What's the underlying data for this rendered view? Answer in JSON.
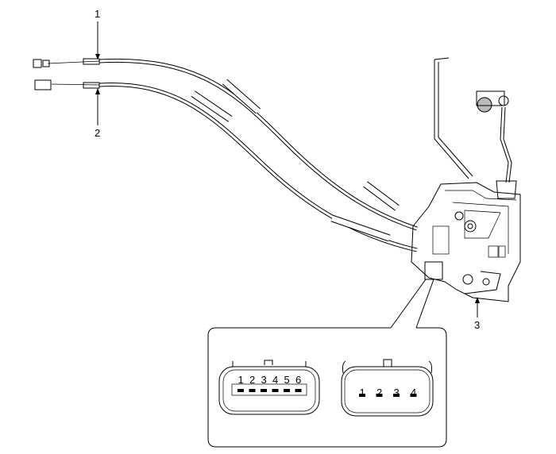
{
  "callouts": {
    "one": "1",
    "two": "2",
    "three": "3"
  },
  "connector_6pin": {
    "pins": [
      "1",
      "2",
      "3",
      "4",
      "5",
      "6"
    ]
  },
  "connector_4pin": {
    "pins": [
      "1",
      "2",
      "3",
      "4"
    ]
  }
}
